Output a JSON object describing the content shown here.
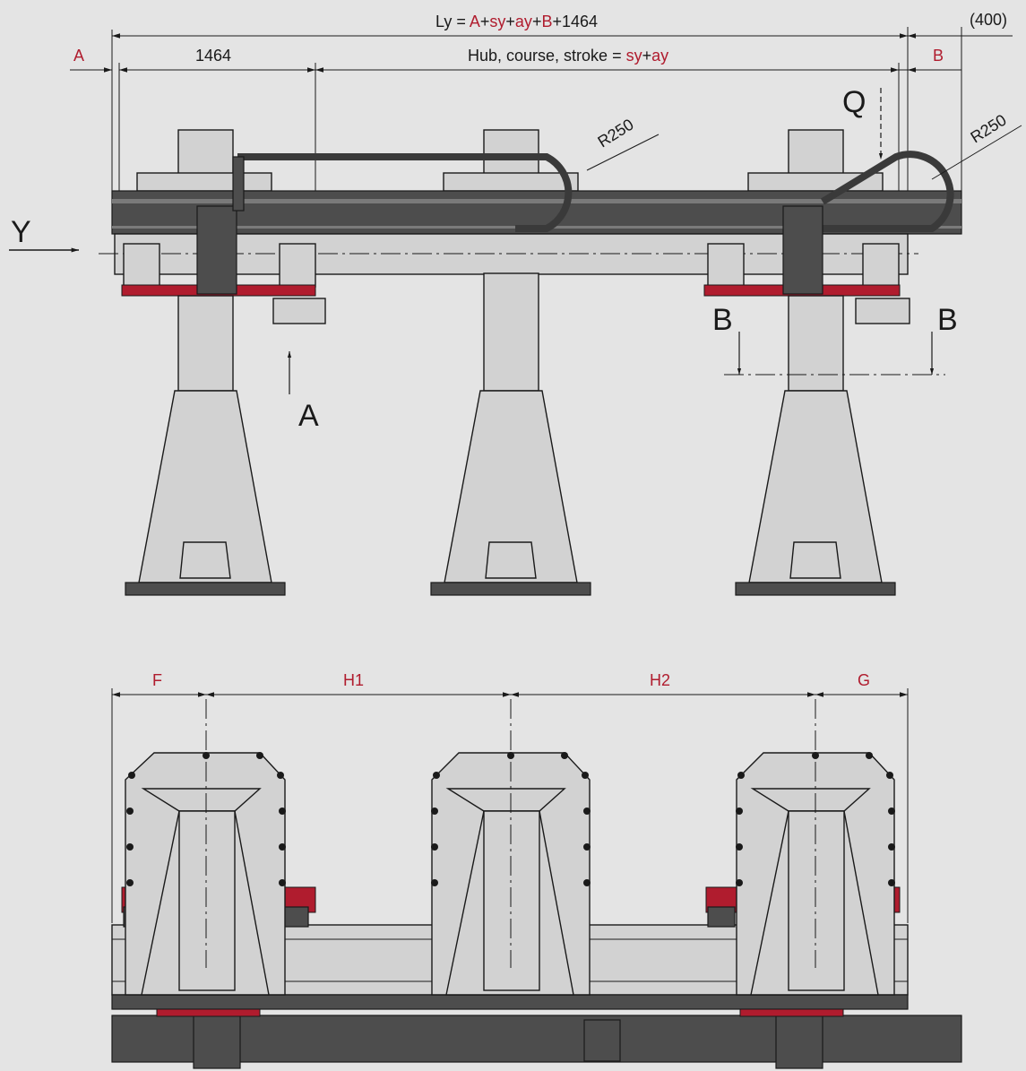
{
  "colors": {
    "background": "#e4e4e4",
    "line": "#1a1a1a",
    "dimension_accent": "#b01c2e",
    "part_light": "#d2d2d2",
    "part_dark": "#4d4d4d",
    "part_red": "#b01c2e"
  },
  "top_view": {
    "dim_total": {
      "prefix": "Ly = ",
      "a": "A",
      "plus1": "+",
      "sy": "sy",
      "plus2": "+",
      "ay": "ay",
      "plus3": "+",
      "b": "B",
      "suffix": "+1464"
    },
    "dim_overtravel": "(400)",
    "dim_a": "A",
    "dim_1464": "1464",
    "dim_stroke": {
      "prefix": "Hub, course, stroke = ",
      "sy": "sy",
      "plus": "+",
      "ay": "ay"
    },
    "dim_b": "B",
    "radius_left": "R250",
    "radius_right": "R250",
    "arrow_y_label": "Y",
    "arrow_q_label": "Q",
    "arrow_a_label": "A",
    "section_b_left": "B",
    "section_b_right": "B"
  },
  "bottom_view": {
    "dim_f": "F",
    "dim_h1": "H1",
    "dim_h2": "H2",
    "dim_g": "G"
  }
}
